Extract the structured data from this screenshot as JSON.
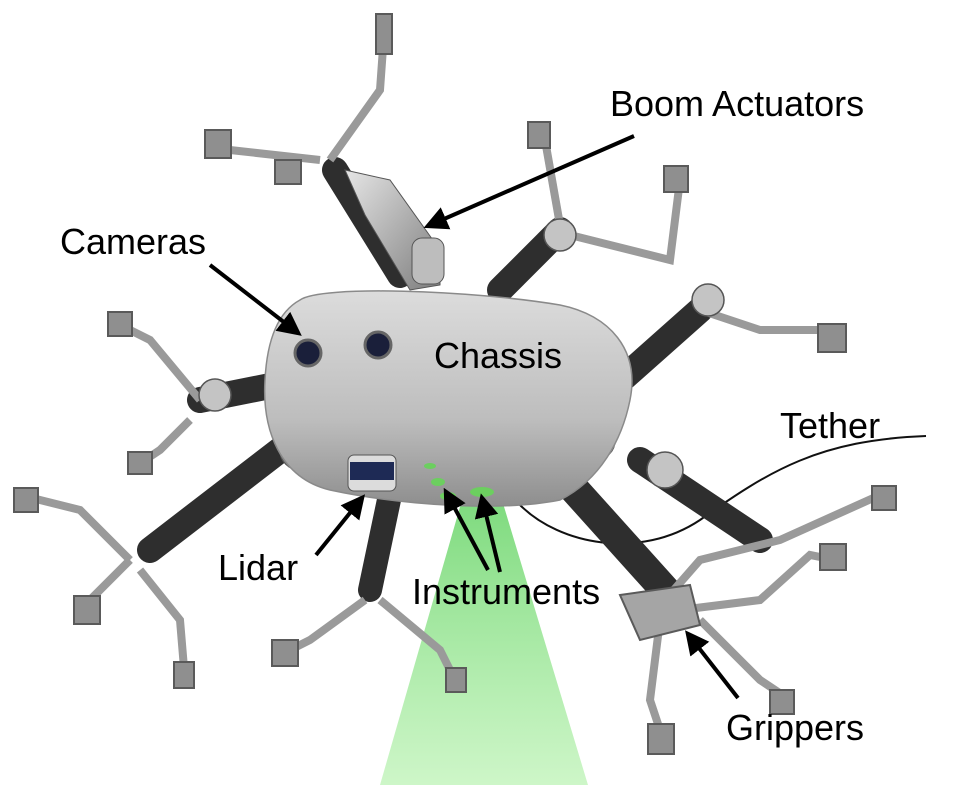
{
  "labels": {
    "boom_actuators": "Boom Actuators",
    "cameras": "Cameras",
    "chassis": "Chassis",
    "tether": "Tether",
    "lidar": "Lidar",
    "instruments": "Instruments",
    "grippers": "Grippers"
  },
  "colors": {
    "background": "#ffffff",
    "chassis": "#c9c9c9",
    "metal": "#9a9a9a",
    "carbon": "#3a3a3a",
    "beam": "#7ddf7d",
    "text": "#000000"
  }
}
